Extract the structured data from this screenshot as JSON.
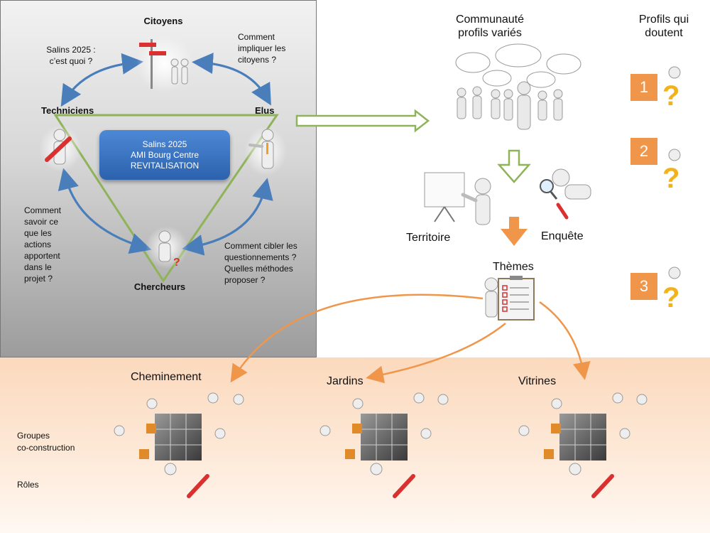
{
  "left_panel": {
    "nodes": {
      "citoyens": "Citoyens",
      "techniciens": "Techniciens",
      "elus": "Elus",
      "chercheurs": "Chercheurs"
    },
    "center_box": [
      "Salins 2025",
      "AMI Bourg Centre",
      "REVITALISATION"
    ],
    "questions": {
      "top_left": [
        "Salins 2025 :",
        "c’est quoi ?"
      ],
      "top_right": [
        "Comment",
        "impliquer les",
        "citoyens ?"
      ],
      "bottom_left": [
        "Comment",
        "savoir ce",
        "que les",
        "actions",
        "apportent",
        "dans le",
        "projet ?"
      ],
      "bottom_right": [
        "Comment cibler les",
        "questionnements ?",
        "Quelles méthodes",
        "proposer ?"
      ]
    }
  },
  "flow": {
    "communaute": [
      "Communauté",
      "profils variés"
    ],
    "territoire": "Territoire",
    "enquete": "Enquête",
    "themes": "Thèmes"
  },
  "profils": {
    "title": [
      "Profils qui",
      "doutent"
    ],
    "numbers": [
      "1",
      "2",
      "3"
    ]
  },
  "groups": {
    "titles": [
      "Cheminement",
      "Jardins",
      "Vitrines"
    ],
    "side_labels": [
      "Groupes",
      "co-construction",
      "Rôles"
    ]
  },
  "colors": {
    "blue_arrow": "#4a7ebb",
    "green_arrow": "#8fb358",
    "orange_arrow": "#f0964a",
    "center_box": "#3b73c0"
  }
}
